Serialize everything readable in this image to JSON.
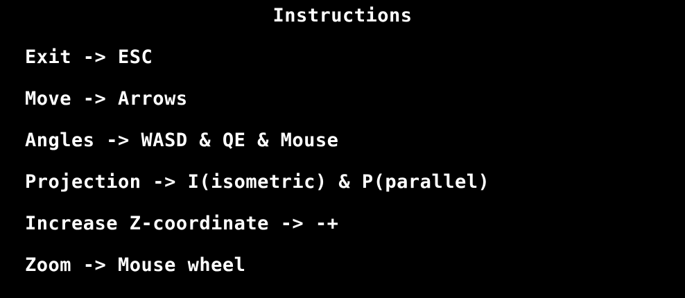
{
  "title": "Instructions",
  "lines": [
    "Exit -> ESC",
    "Move -> Arrows",
    "Angles -> WASD & QE & Mouse",
    "Projection -> I(isometric) & P(parallel)",
    "Increase Z-coordinate -> -+",
    "Zoom -> Mouse wheel"
  ],
  "colors": {
    "background": "#000000",
    "text": "#ffffff"
  }
}
